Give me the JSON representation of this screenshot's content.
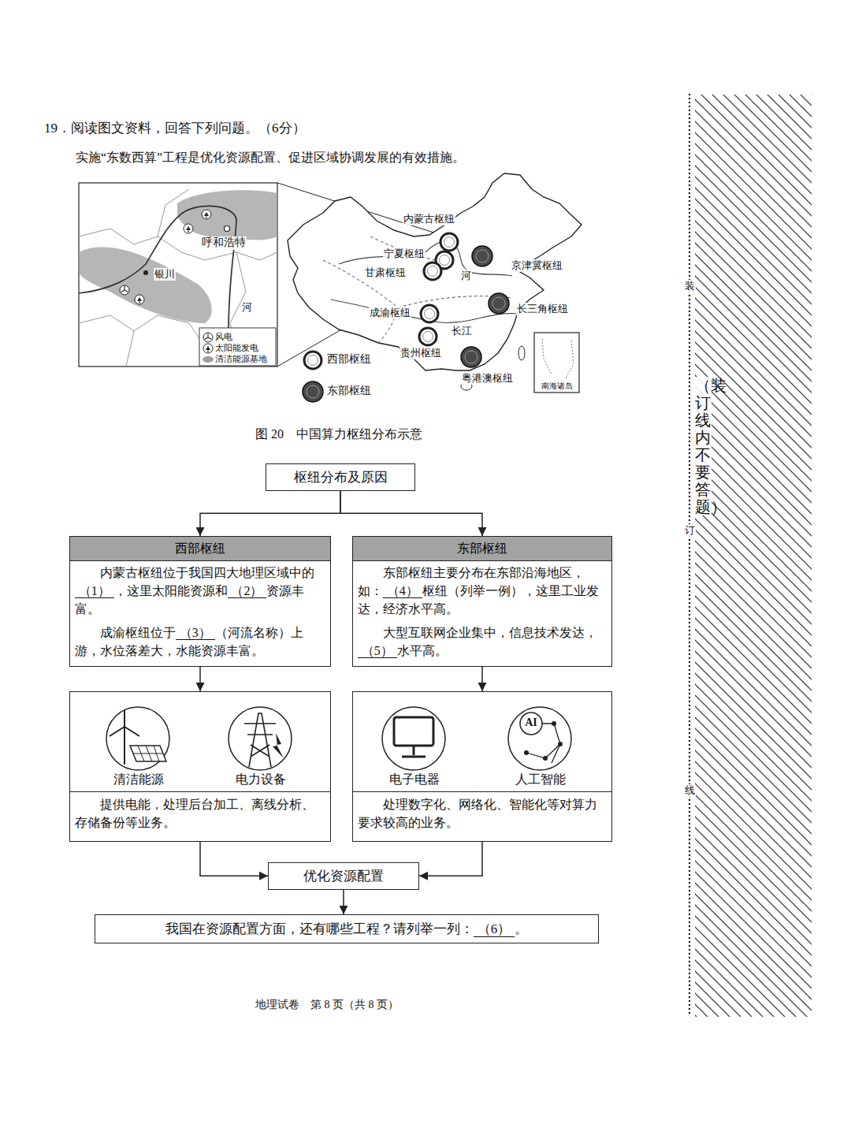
{
  "diagram": {
    "title": "19．阅读图文资料，回答下列问题。（6分）",
    "caption": "图 20　中国算力枢纽分布示意",
    "nodes": [
      {
        "text": [
          "枢纽分布及原因"
        ]
      },
      {
        "text": [
          "西部枢纽",
          "内蒙古枢纽位于我国四大地理区域中的（1），这里太阳能资源和（2）资源丰富。",
          "成渝枢纽位于（3）（河流名称）上游，水位落差大，水能资源丰富。"
        ]
      },
      {
        "text": [
          "东部枢纽",
          "东部枢纽主要分布在东部沿海地区，如：（4）枢纽（列举一例），这里工业发达，经济水平高。",
          "大型互联网企业集中，信息技术发达，（5）水平高。"
        ]
      },
      {
        "text": [
          "清洁能源",
          "电力设备",
          "提供电能，处理后台加工、离线分析、存储备份等业务。"
        ]
      },
      {
        "text": [
          "电子电器",
          "人工智能",
          "处理数字化、网络化、智能化等对算力要求较高的业务。"
        ]
      },
      {
        "text": [
          "优化资源配置"
        ]
      },
      {
        "text": [
          "我国在资源配置方面，还有哪些工程？请列举一列：（6）。"
        ]
      }
    ],
    "edges": [
      {
        "from": 0,
        "to": 1,
        "arrow": "to"
      },
      {
        "from": 0,
        "to": 2,
        "arrow": "to"
      },
      {
        "from": 1,
        "to": 3,
        "arrow": "to"
      },
      {
        "from": 2,
        "to": 4,
        "arrow": "to"
      },
      {
        "from": 3,
        "to": 5,
        "arrow": "to"
      },
      {
        "from": 4,
        "to": 5,
        "arrow": "to"
      },
      {
        "from": 5,
        "to": 6,
        "arrow": "to"
      }
    ],
    "labels": [
      "实施“东数西算”工程是优化资源配置、促进区域协调发展的有效措施。",
      "内蒙古枢纽",
      "宁夏枢纽",
      "甘肃枢纽",
      "京津冀枢纽",
      "河",
      "成渝枢纽",
      "长江",
      "长三角枢纽",
      "贵州枢纽",
      "粤港澳枢纽",
      "南海诸岛",
      "呼和浩特",
      "银川",
      "河",
      "地理试卷　第 8 页（共 8 页）",
      "装",
      "（装订线内不要答题）",
      "订",
      "线",
      "AI"
    ],
    "legend": [
      {
        "text": "风电"
      },
      {
        "text": "太阳能发电"
      },
      {
        "text": "清洁能源基地"
      },
      {
        "text": "西部枢纽"
      },
      {
        "text": "东部枢纽"
      }
    ]
  }
}
